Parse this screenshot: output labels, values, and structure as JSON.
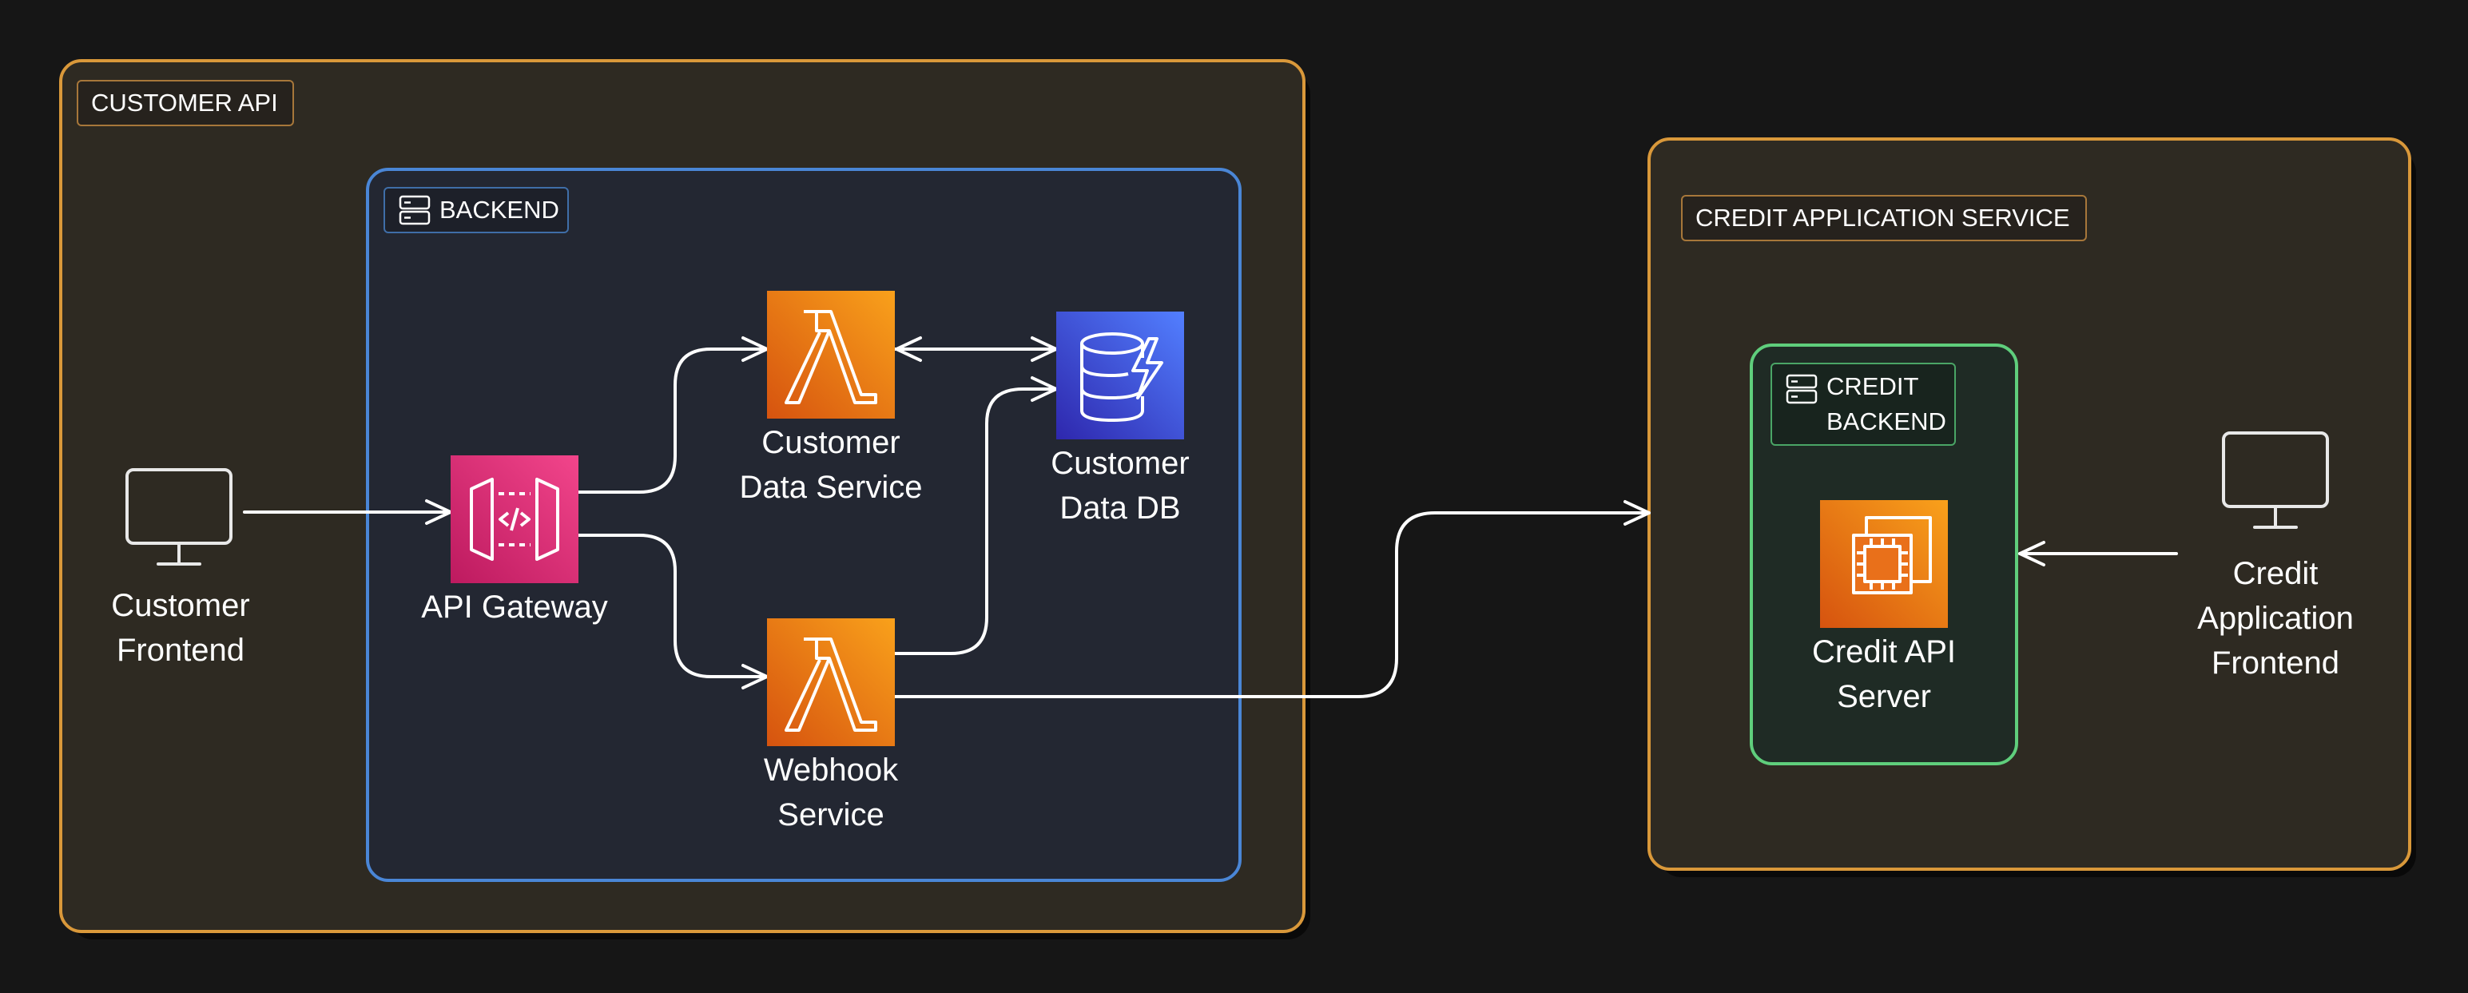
{
  "groups": {
    "customer_api": "CUSTOMER API",
    "backend": "BACKEND",
    "credit_application_service": "CREDIT APPLICATION SERVICE",
    "credit_backend": "CREDIT\nBACKEND"
  },
  "nodes": {
    "customer_frontend": "Customer\nFrontend",
    "api_gateway": "API Gateway",
    "customer_data_service": "Customer\nData Service",
    "webhook_service": "Webhook\nService",
    "customer_data_db": "Customer\nData DB",
    "credit_api_server": "Credit API\nServer",
    "credit_application_frontend": "Credit\nApplication\nFrontend"
  },
  "colors": {
    "background": "#161616",
    "group_border_orange": "#d9983a",
    "group_border_blue": "#4a86d6",
    "group_border_green": "#5fce7c",
    "api_gateway": "#e7327a",
    "lambda": "#f5861f",
    "dynamodb": "#4c58ea",
    "ec2": "#f5861f"
  },
  "icons": {
    "customer_frontend": "monitor-icon",
    "api_gateway": "api-gateway-icon",
    "customer_data_service": "lambda-icon",
    "webhook_service": "lambda-icon",
    "customer_data_db": "dynamodb-icon",
    "credit_api_server": "ec2-icon",
    "credit_application_frontend": "monitor-icon",
    "backend_tag": "server-stack-icon",
    "credit_backend_tag": "server-stack-icon"
  }
}
